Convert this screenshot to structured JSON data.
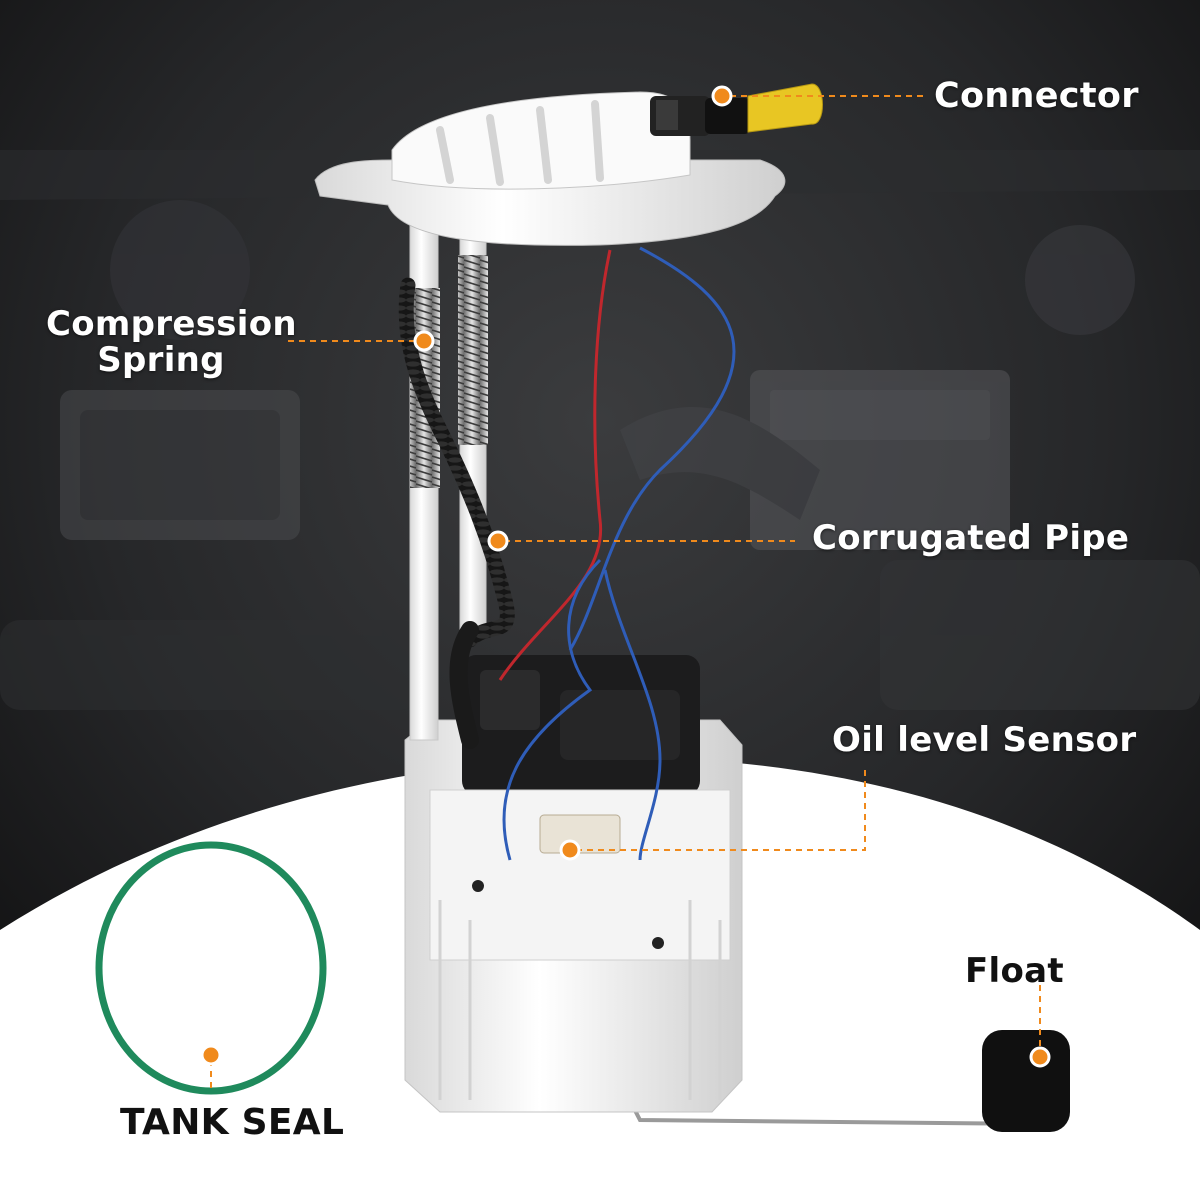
{
  "accent_color": "#f08a1c",
  "seal_color": "#1f8a5c",
  "labels": {
    "connector": "Connector",
    "compression_spring_line1": "Compression",
    "compression_spring_line2": "Spring",
    "corrugated_pipe": "Corrugated Pipe",
    "oil_level_sensor": "Oil level Sensor",
    "float": "Float",
    "tank_seal": "TANK SEAL"
  }
}
